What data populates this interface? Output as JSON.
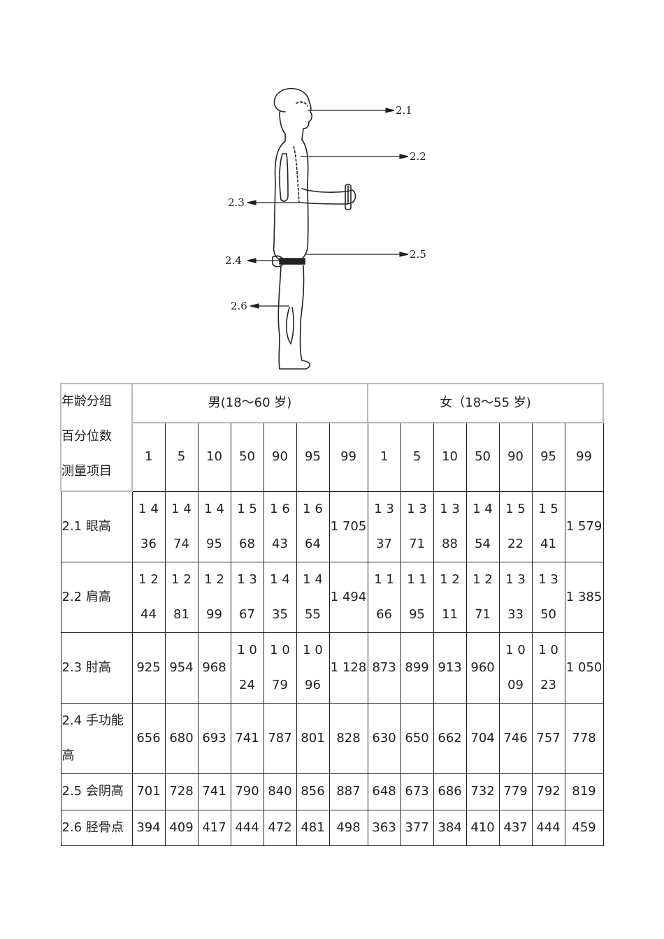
{
  "figure": {
    "labels": [
      "2.1",
      "2.2",
      "2.3",
      "2.4",
      "2.5",
      "2.6"
    ]
  },
  "table": {
    "header": {
      "row1": "年龄分组",
      "row2": "百分位数",
      "row3": "测量项目",
      "male_group": "男(18～60 岁)",
      "female_group": "女（18～55 岁)",
      "percentiles": [
        "1",
        "5",
        "10",
        "50",
        "90",
        "95",
        "99"
      ]
    },
    "rows": [
      {
        "label": "2.1  眼高",
        "male": [
          "1 436",
          "1 474",
          "1 495",
          "1 568",
          "1 643",
          "1 664",
          "1 705"
        ],
        "female": [
          "1 337",
          "1 371",
          "1 388",
          "1 454",
          "1 522",
          "1 541",
          "1 579"
        ]
      },
      {
        "label": "2.2  肩高",
        "male": [
          "1 244",
          "1 281",
          "1 299",
          "1 367",
          "1 435",
          "1 455",
          "1 494"
        ],
        "female": [
          "1 166",
          "1 195",
          "1 211",
          "1 271",
          "1 333",
          "1 350",
          "1 385"
        ]
      },
      {
        "label": "2.3  肘高",
        "male": [
          "925",
          "954",
          "968",
          "1 024",
          "1 079",
          "1 096",
          "1 128"
        ],
        "female": [
          "873",
          "899",
          "913",
          "960",
          "1 009",
          "1 023",
          "1 050"
        ]
      },
      {
        "label": "2.4  手功能高",
        "male": [
          "656",
          "680",
          "693",
          "741",
          "787",
          "801",
          "828"
        ],
        "female": [
          "630",
          "650",
          "662",
          "704",
          "746",
          "757",
          "778"
        ]
      },
      {
        "label": "2.5  会阴高",
        "male": [
          "701",
          "728",
          "741",
          "790",
          "840",
          "856",
          "887"
        ],
        "female": [
          "648",
          "673",
          "686",
          "732",
          "779",
          "792",
          "819"
        ]
      },
      {
        "label": "2.6  胫骨点",
        "male": [
          "394",
          "409",
          "417",
          "444",
          "472",
          "481",
          "498"
        ],
        "female": [
          "363",
          "377",
          "384",
          "410",
          "437",
          "444",
          "459"
        ]
      }
    ]
  }
}
